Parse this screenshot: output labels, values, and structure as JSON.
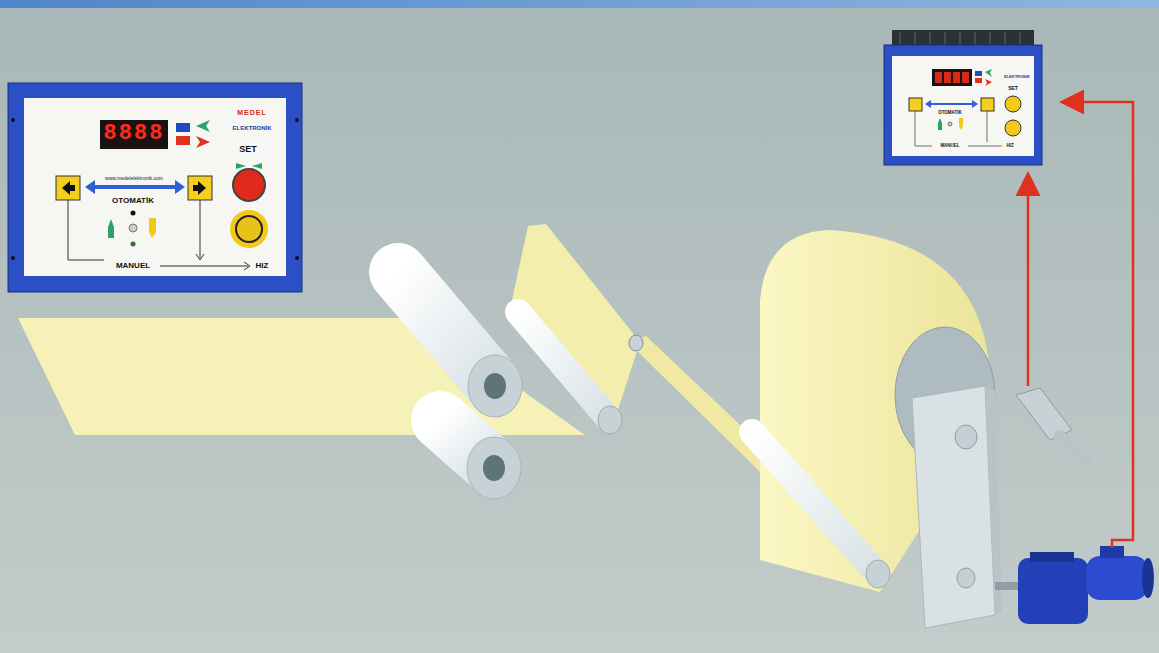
{
  "diagram": {
    "nodes": [
      {
        "text": [
          "8888",
          "MEDEL",
          "ELEKTRONİK",
          "SET",
          "www.medelelektronik.com",
          "OTOMATİK",
          "MANUEL",
          "HIZ"
        ]
      },
      {
        "text": [
          "ELEKTRONİK",
          "SET",
          "OTOMATİK",
          "MANUEL",
          "HIZ"
        ]
      }
    ]
  }
}
